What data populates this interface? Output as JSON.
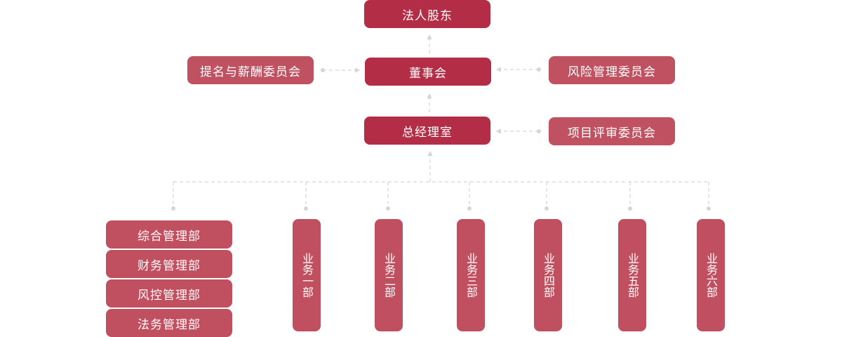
{
  "chart_title": "",
  "colors": {
    "primary": "#b22d45",
    "secondary": "#bf5161",
    "connector": "#d6d6d6"
  },
  "top": {
    "shareholder": "法人股东",
    "board": "董事会",
    "gm_office": "总经理室"
  },
  "committees": {
    "nomination": "提名与薪酬委员会",
    "risk": "风险管理委员会",
    "project": "项目评审委员会"
  },
  "admin_departments": [
    {
      "label": "综合管理部"
    },
    {
      "label": "财务管理部"
    },
    {
      "label": "风控管理部"
    },
    {
      "label": "法务管理部"
    }
  ],
  "business_departments": [
    {
      "label": "业务一部"
    },
    {
      "label": "业务二部"
    },
    {
      "label": "业务三部"
    },
    {
      "label": "业务四部"
    },
    {
      "label": "业务五部"
    },
    {
      "label": "业务六部"
    }
  ]
}
